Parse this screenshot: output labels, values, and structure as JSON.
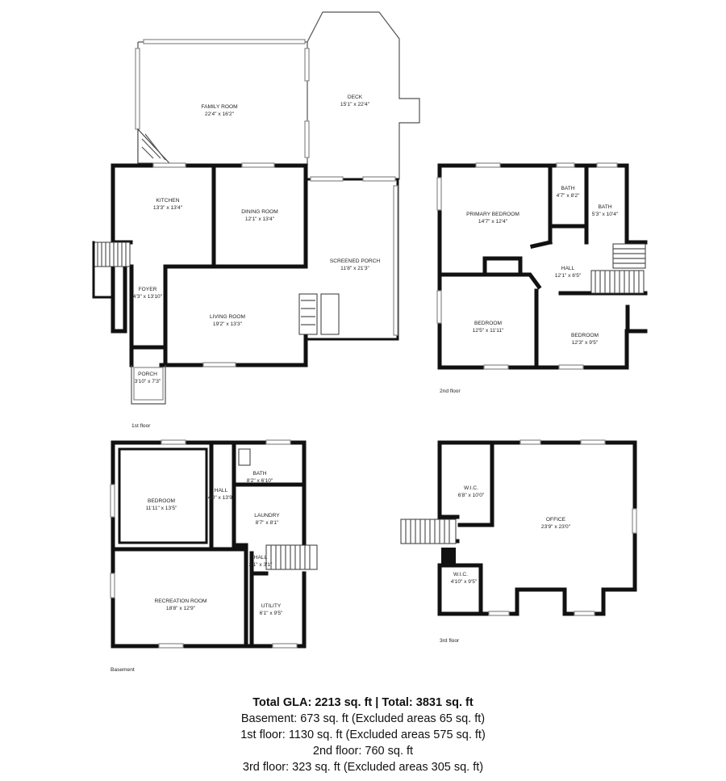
{
  "floor1": {
    "label": "1st floor",
    "rooms": {
      "family_room": {
        "name": "FAMILY ROOM",
        "dims": "22'4\" x 16'2\""
      },
      "deck": {
        "name": "DECK",
        "dims": "15'1\" x 22'4\""
      },
      "kitchen": {
        "name": "KITCHEN",
        "dims": "13'3\" x 13'4\""
      },
      "dining_room": {
        "name": "DINING ROOM",
        "dims": "12'1\" x 13'4\""
      },
      "screened_porch": {
        "name": "SCREENED PORCH",
        "dims": "11'8\" x 21'3\""
      },
      "foyer": {
        "name": "FOYER",
        "dims": "4'3\" x 13'10\""
      },
      "living_room": {
        "name": "LIVING ROOM",
        "dims": "19'2\" x 13'3\""
      },
      "porch": {
        "name": "PORCH",
        "dims": "3'10\" x 7'3\""
      }
    }
  },
  "floor2": {
    "label": "2nd floor",
    "rooms": {
      "primary_bedroom": {
        "name": "PRIMARY BEDROOM",
        "dims": "14'7\" x 12'4\""
      },
      "bath_a": {
        "name": "BATH",
        "dims": "4'7\" x 8'2\""
      },
      "bath_b": {
        "name": "BATH",
        "dims": "5'3\" x 10'4\""
      },
      "hall": {
        "name": "HALL",
        "dims": "12'1\" x 6'5\""
      },
      "bedroom_a": {
        "name": "BEDROOM",
        "dims": "12'5\" x 11'11\""
      },
      "bedroom_b": {
        "name": "BEDROOM",
        "dims": "12'3\" x 9'5\""
      }
    }
  },
  "basement": {
    "label": "Basement",
    "rooms": {
      "bedroom": {
        "name": "BEDROOM",
        "dims": "11'11\" x 13'5\""
      },
      "hall": {
        "name": "HALL",
        "dims": "4'0\" x 13'9\""
      },
      "bath": {
        "name": "BATH",
        "dims": "8'2\" x 6'10\""
      },
      "laundry": {
        "name": "LAUNDRY",
        "dims": "8'7\" x 8'1\""
      },
      "hall_small": {
        "name": "HALL",
        "dims": "2'1\" x 3'1\""
      },
      "recreation_room": {
        "name": "RECREATION ROOM",
        "dims": "18'8\" x 12'9\""
      },
      "utility": {
        "name": "UTILITY",
        "dims": "6'1\" x 9'5\""
      }
    }
  },
  "floor3": {
    "label": "3rd floor",
    "rooms": {
      "wic_a": {
        "name": "W.I.C.",
        "dims": "6'8\" x 10'0\""
      },
      "office": {
        "name": "OFFICE",
        "dims": "23'9\" x 23'0\""
      },
      "wic_b": {
        "name": "W.I.C.",
        "dims": "4'10\" x 9'5\""
      }
    }
  },
  "summary": {
    "total": "Total GLA: 2213 sq. ft | Total: 3831 sq. ft",
    "basement": "Basement: 673 sq. ft (Excluded areas 65 sq. ft)",
    "floor1": "1st floor: 1130 sq. ft (Excluded areas 575 sq. ft)",
    "floor2": "2nd floor: 760 sq. ft",
    "floor3": "3rd floor: 323 sq. ft (Excluded areas 305 sq. ft)"
  }
}
